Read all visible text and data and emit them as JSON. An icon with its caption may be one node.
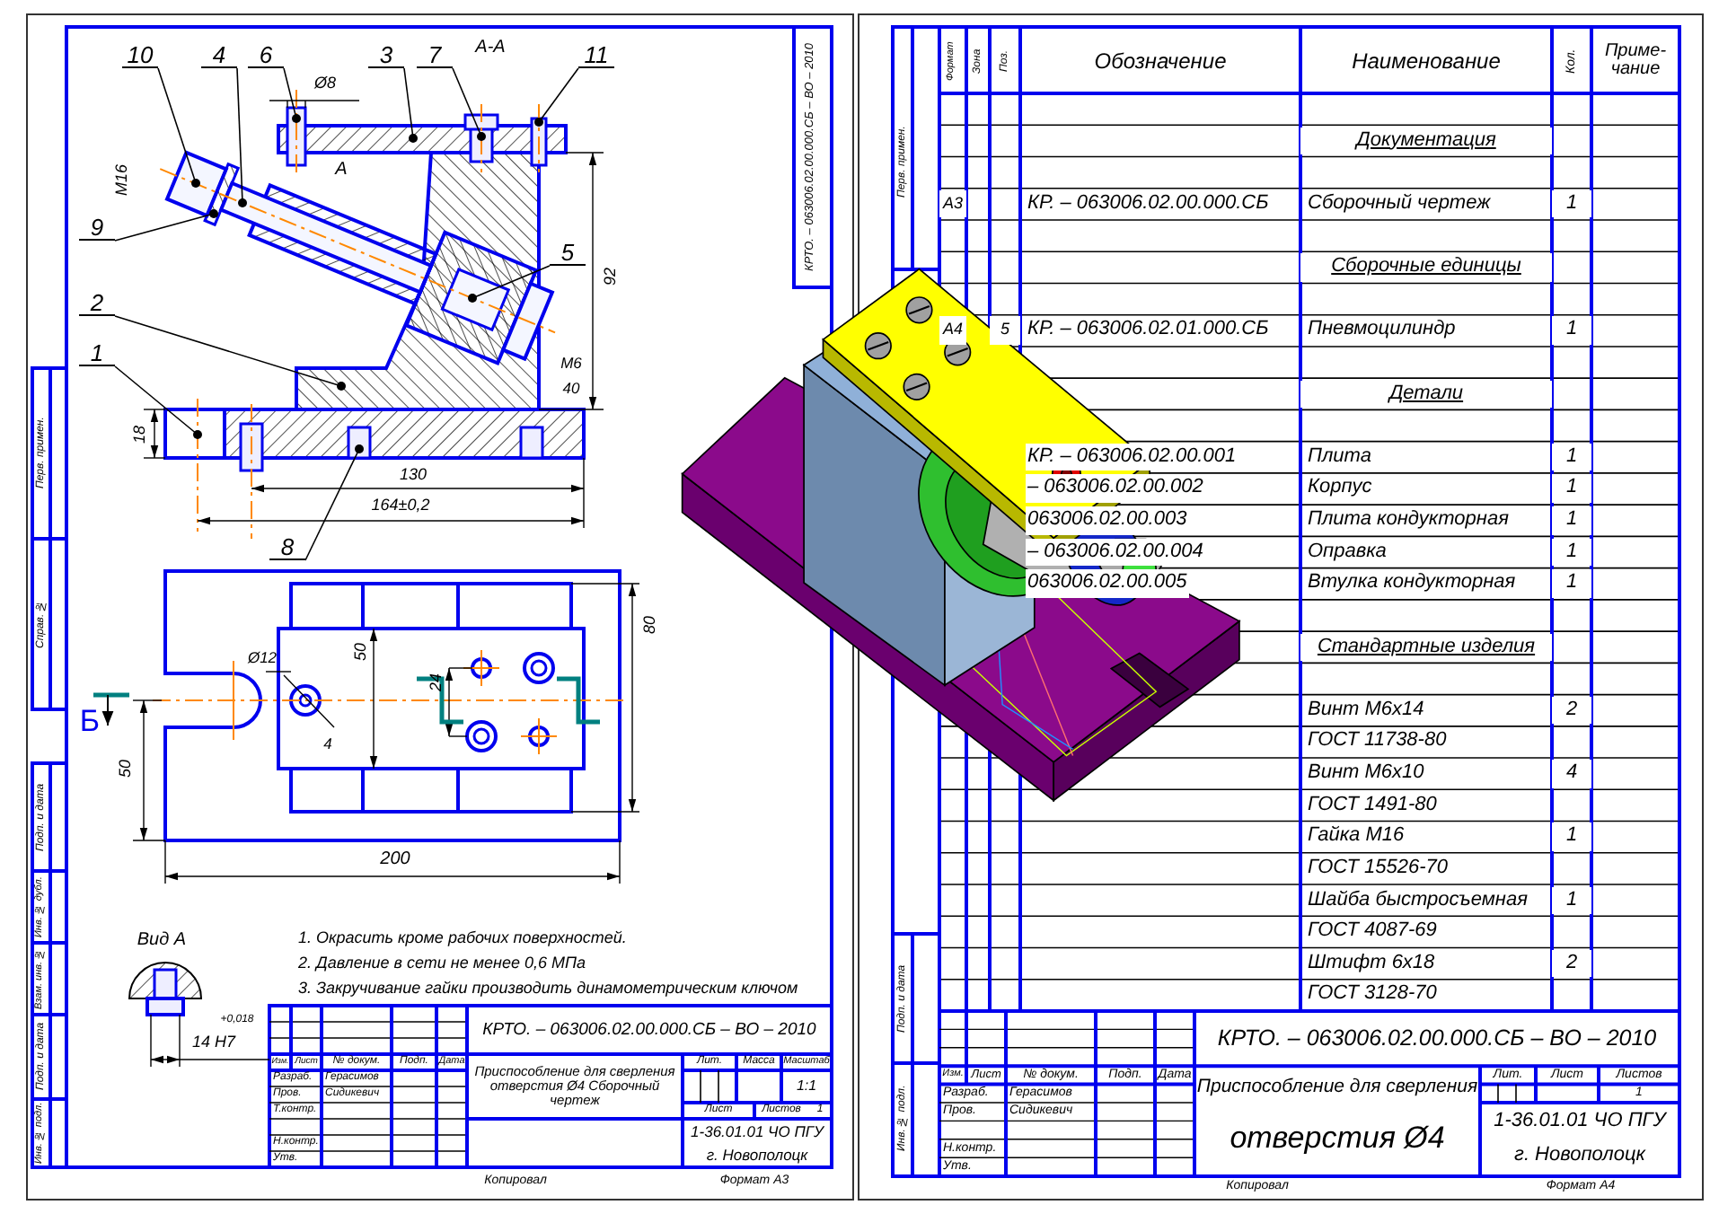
{
  "diagram": {
    "nodes": [
      {
        "text": [
          "10"
        ]
      },
      {
        "text": [
          "4"
        ]
      },
      {
        "text": [
          "6"
        ]
      },
      {
        "text": [
          "3"
        ]
      },
      {
        "text": [
          "7"
        ]
      },
      {
        "text": [
          "11"
        ]
      },
      {
        "text": [
          "9"
        ]
      },
      {
        "text": [
          "5"
        ]
      },
      {
        "text": [
          "2"
        ]
      },
      {
        "text": [
          "1"
        ]
      },
      {
        "text": [
          "8"
        ]
      }
    ],
    "edges": [
      {
        "from": 0,
        "to": null,
        "arrow": "other"
      },
      {
        "from": 1,
        "to": null,
        "arrow": "other"
      },
      {
        "from": 2,
        "to": null,
        "arrow": "other"
      },
      {
        "from": 3,
        "to": null,
        "arrow": "other"
      },
      {
        "from": 4,
        "to": null,
        "arrow": "other"
      },
      {
        "from": 5,
        "to": null,
        "arrow": "other"
      },
      {
        "from": 6,
        "to": null,
        "arrow": "other"
      },
      {
        "from": 7,
        "to": null,
        "arrow": "other"
      },
      {
        "from": 8,
        "to": null,
        "arrow": "other"
      },
      {
        "from": 9,
        "to": null,
        "arrow": "other"
      },
      {
        "from": 10,
        "to": null,
        "arrow": "other"
      }
    ],
    "labels": [
      "КРТО. – 063006.02.00.000.СБ – ВО – 2010",
      "А-А",
      "Ø8",
      "М16",
      "А",
      "92",
      "М6",
      "40",
      "18",
      "130",
      "164±0,2",
      "Ø12",
      "4",
      "50",
      "24",
      "80",
      "Б",
      "50",
      "200",
      "1. Окрасить кроме рабочих поверхностей.",
      "2. Давление в сети не менее 0,6 МПа",
      "3. Закручивание гайки производить динамометрическим ключом",
      "Вид А",
      "14 H7",
      "+0,018",
      "КРТО. – 063006.02.00.000.СБ – ВО – 2010",
      "Изм.",
      "Лист",
      "№ докум.",
      "Подп.",
      "Дата",
      "Разраб.",
      "Герасимов",
      "Пров.",
      "Сидикевич",
      "Т.контр.",
      "Н.контр.",
      "Утв.",
      "Приспособление для сверления отверстия Ø4 Сборочный чертеж",
      "Лит.",
      "Масса",
      "Масштаб",
      "1:1",
      "Лист",
      "Листов",
      "1",
      "1-36.01.01 ЧО ПГУ",
      "г. Новополоцк",
      "Копировал",
      "Формат А3",
      "Перв. примен.",
      "Справ. №",
      "Подп. и дата",
      "Инв. № дубл.",
      "Взам. инв. №",
      "Подп. и дата",
      "Инв. № подл.",
      "Формат",
      "Зона",
      "Поз.",
      "Обозначение",
      "Наименование",
      "Кол.",
      "Приме- чание",
      "Документация",
      "А3",
      "КР. – 063006.02.00.000.СБ",
      "Сборочный чертеж",
      "1",
      "Сборочные единицы",
      "А4",
      "5",
      "КР. – 063006.02.01.000.СБ",
      "Пневмоцилиндр",
      "1",
      "Детали",
      "КР. – 063006.02.00.001",
      "Плита",
      "1",
      "– 063006.02.00.002",
      "Корпус",
      "1",
      "063006.02.00.003",
      "Плита кондукторная",
      "1",
      "– 063006.02.00.004",
      "Оправка",
      "1",
      "063006.02.00.005",
      "Втулка кондукторная",
      "1",
      "Стандартные изделия",
      "Винт М6х14",
      "2",
      "ГОСТ 11738-80",
      "Винт М6х10",
      "4",
      "ГОСТ 1491-80",
      "Гайка М16",
      "1",
      "ГОСТ 15526-70",
      "Шайба быстросъемная",
      "1",
      "ГОСТ 4087-69",
      "Штифт 6х18",
      "2",
      "ГОСТ 3128-70",
      "КРТО. – 063006.02.00.000.СБ – ВО – 2010",
      "Изм.",
      "Лист",
      "№ докум.",
      "Подп.",
      "Дата",
      "Разраб.",
      "Герасимов",
      "Пров.",
      "Сидикевич",
      "Н.контр.",
      "Утв.",
      "Приспособление для сверления",
      "отверстия Ø4",
      "Лит.",
      "Лист",
      "Листов",
      "1",
      "1-36.01.01 ЧО ПГУ",
      "г. Новополоцк",
      "Копировал",
      "Формат А4",
      "Перв. примен.",
      "Подп. и дата",
      "Инв. № подл."
    ]
  }
}
